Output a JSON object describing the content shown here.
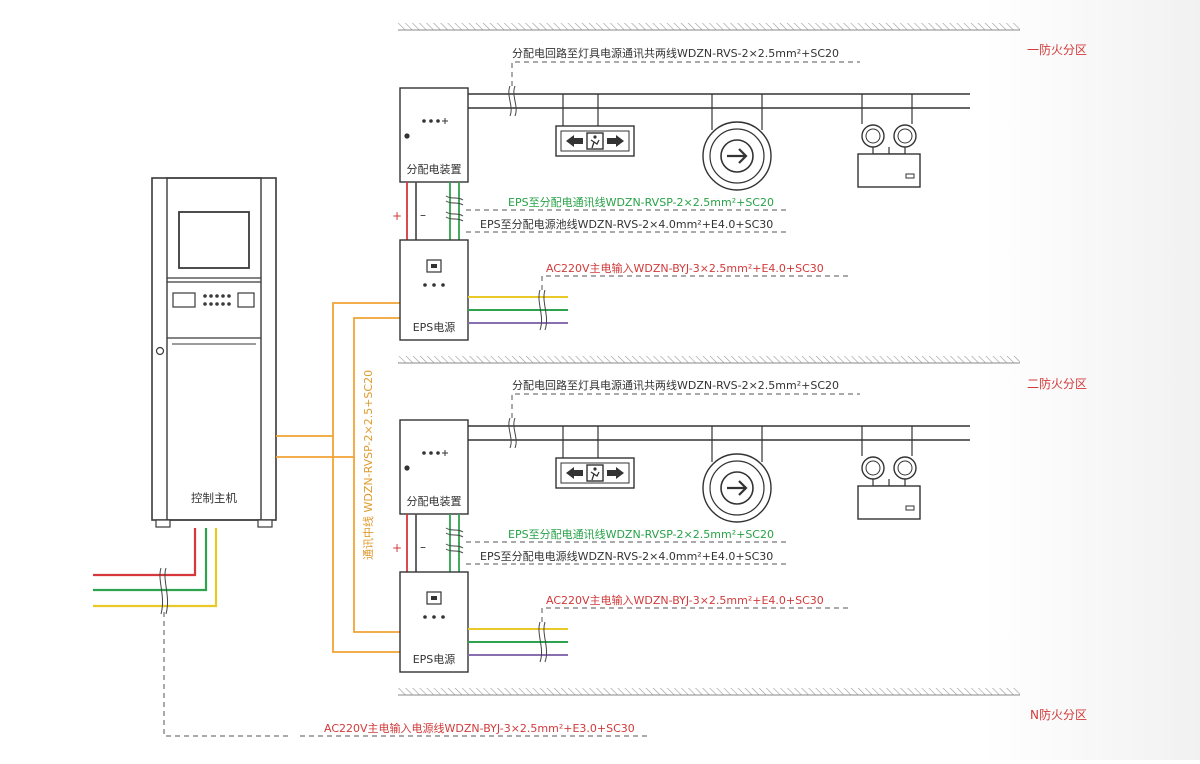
{
  "colors": {
    "red_text": "#d23a3a",
    "green_text": "#26a247",
    "dark_text": "#333333",
    "orange_wire": "#f0a334",
    "yellow_wire": "#e8c928",
    "green_wire": "#2ea24c",
    "red_wire": "#d7363a",
    "purple_wire": "#8a6fb0"
  },
  "zones": {
    "zone1": "一防火分区",
    "zone2": "二防火分区",
    "zoneN": "N防火分区"
  },
  "host": {
    "label": "控制主机"
  },
  "comm_trunk": "通讯中线 WDZN-RVSP-2×2.5+SC20",
  "main_input": "AC220V主电输入电源线WDZN-BYJ-3×2.5mm²+E3.0+SC30",
  "sections": [
    {
      "dist_label": "分配电装置",
      "eps_label": "EPS电源",
      "plus": "+",
      "minus": "–",
      "branch_label": "分配电回路至灯具电源通讯共两线WDZN-RVS-2×2.5mm²+SC20",
      "comm_label": "EPS至分配电通讯线WDZN-RVSP-2×2.5mm²+SC20",
      "power_label": "EPS至分配电源池线WDZN-RVS-2×4.0mm²+E4.0+SC30",
      "ac_label": "AC220V主电输入WDZN-BYJ-3×2.5mm²+E4.0+SC30"
    },
    {
      "dist_label": "分配电装置",
      "eps_label": "EPS电源",
      "plus": "+",
      "minus": "–",
      "branch_label": "分配电回路至灯具电源通讯共两线WDZN-RVS-2×2.5mm²+SC20",
      "comm_label": "EPS至分配电通讯线WDZN-RVSP-2×2.5mm²+SC20",
      "power_label": "EPS至分配电电源线WDZN-RVS-2×4.0mm²+E4.0+SC30",
      "ac_label": "AC220V主电输入WDZN-BYJ-3×2.5mm²+E4.0+SC30"
    }
  ]
}
